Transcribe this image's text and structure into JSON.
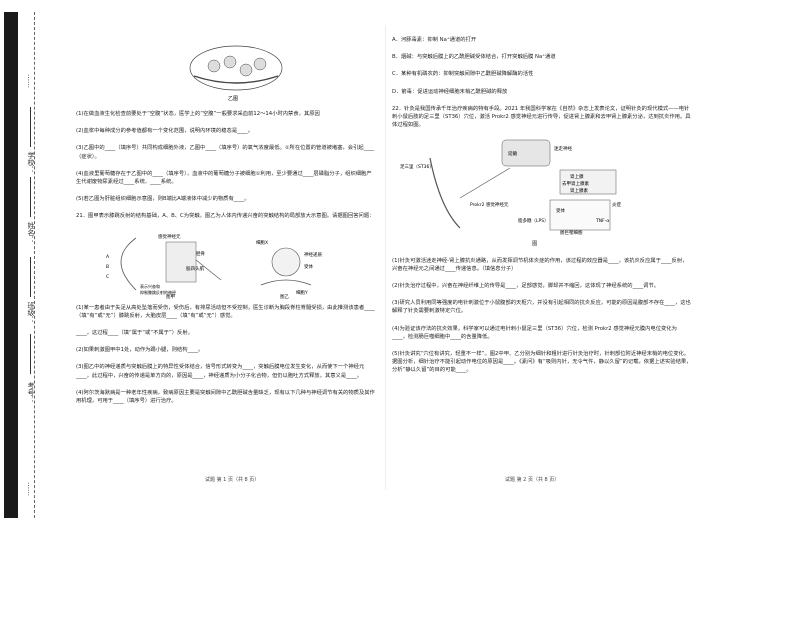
{
  "sidebar": {
    "field1": "学校：",
    "field2": "姓名：",
    "field3": "班级：",
    "field4": "考号：",
    "seal1": "……",
    "seal2": "……"
  },
  "left": {
    "fig1_label": "乙图",
    "q_a": "(1)在做血液生化检查前要处于“空腹”状态，医学上的“空腹”一般要求采血前12～14小时内禁食，其原因",
    "q_b": "(2)血浆中每种成分的参考值都有一个变化范围，说明内环境的稳态是____。",
    "q_c": "(3)乙图中的____（填序号）共同构成细胞外液，乙图中____（填序号）的氧气浓度最低。①所在位置的管道被堵塞，会引起____（症状）。",
    "q_d": "(4)血液里葡萄糖存在于乙图中的____（填序号），血液中的葡萄糖分子被细胞①利用，至少要通过____层磷脂分子，组织细胞产生代谢废物尿素经过____系统、____系统。",
    "q_e": "(5)若乙图为肝脏组织细胞示意图，则B端比A端液体中减少的物质有____。",
    "q21": "21．图甲表示膝跳反射的结构基础，A、B、C为突触，图乙为人体内传递兴奋的突触结构的局部放大示意图。请据图回答问题：",
    "fig_jia": "图甲",
    "fig_yi": "图乙",
    "lab_sense": "感觉神经元",
    "lab_tibone": "胫骨",
    "lab_muscle": "股四头肌",
    "lab_a": "A",
    "lab_b": "B",
    "lab_c": "C",
    "lab_cellx": "细胞X",
    "lab_celly": "细胞Y",
    "lab_vesicle": "神经递质",
    "lab_receptor": "受体",
    "lab_reflex": "表示兴奋和",
    "lab_reflex2": "抑制膝跳反射的神经",
    "q21_1": "(1)某一患者由于失足从高处坠落而受伤，受伤后，有排尿活动但不受控制，医生诊断为胸段脊柱脊髓受损，由此推测该患者____（填“有”或“无”）膝跳反射，大脑皮层____（填“有”或“无”）感觉。",
    "q21_1b": "____，这过程____（填“属于”或“不属于”）反射。",
    "q21_2": "(2)如果刺激图甲中1处，动作为踢小腿，则结构____。",
    "q21_3": "(3)图乙中的神经递质与突触后膜上的特异性受体结合，信号形式转变为____，突触后膜电位发生变化，从而使下一个神经元____，此过程中，兴奋的传递是单方向的，原因是____，神经递质为小分子化合物，但仍以胞吐方式释放，其意义是____。",
    "q21_4": "(4)阿尔茨海默病是一种老年性疾病，致病原因主要是突触间隙中乙酰胆碱含量缺乏，现有以下几种与神经调节有关的物质及其作用机理，可用于____（填序号）进行治疗。",
    "footer": "试题 第 1 页（共 8 页）"
  },
  "right": {
    "optA": "A．河豚毒素：抑制 Na⁺通道的打开",
    "optB": "B．烟碱：与突触后膜上的乙酰胆碱受体结合，打开突触后膜 Na⁺通道",
    "optC": "C．某种有机磷农药：抑制突触间隙中乙酰胆碱降解酶的活性",
    "optD": "D．箭毒：促进运动神经细胞末梢乙酰胆碱的释放",
    "q22": "22．针灸是我国传承千年治疗疾病的特有手段。2021 年我国科学家在《自然》杂志上发表论文，证明针灸的现代模式——电针刺小鼠后肢的足三里（ST36）穴位，激活 Prokr2 感觉神经元进行传导，促进肾上腺素和去甲肾上腺素分泌，达到抗炎作用。具体过程如图。",
    "fig_label": "图",
    "lab_st36": "足三里（ST36）",
    "lab_prokr2": "Prokr2 感觉神经元",
    "lab_brain": "延髓",
    "lab_vagus": "迷走神经",
    "lab_adrenal": "肾上腺",
    "lab_nepi": "去甲肾上腺素",
    "lab_epi": "肾上腺素",
    "lab_inflam": "炎症",
    "lab_lps": "脂多糖（LPS）",
    "lab_tnf": "TNF-α",
    "lab_receptor": "受体",
    "lab_cell": "肠巨噬细胞",
    "q22_1": "(1)针灸可激活迷走神经-肾上腺抗炎通路，从而发挥调节机体炎症的作用，该过程的效应器是____，该抗炎反应属于____反射，兴奋在神经元之间通过____传递信息。（填信息分子）",
    "q22_2": "(2)针灸治疗过程中，兴奋在神经纤维上的传导是____，足部感觉，脚却并不缩回，这体现了神经系统的____调节。",
    "q22_3": "(3)研究人员利用同等强度的电针刺激位于小鼠腹部的天枢穴，并没有引起相同的抗炎反应，可能的原因是腹部不存在____，这也解释了针灸需要刺激特定穴位。",
    "q22_4": "(4)为验证该疗法的抗炎效果，科学家可以通过电针刺小鼠足三里（ST36）穴位，检测 Prokr2 感觉神经元膜内电位变化为____，检测肠巨噬细胞中____的含量降低。",
    "q22_5": "(5)针灸讲究“穴位有讲究，轻重不一样”。图2中甲、乙分别为细针和粗针进行针灸治疗时，针刺部位附近神经末梢的电位变化。据图分析，细针治疗不能引起动作电位的原因是____。《素问》有“吸则内针，无令气忤，静以久留”的记载，依据上述实验结果，分析“静以久留”的目的可能____。",
    "footer": "试题 第 2 页（共 8 页）"
  }
}
